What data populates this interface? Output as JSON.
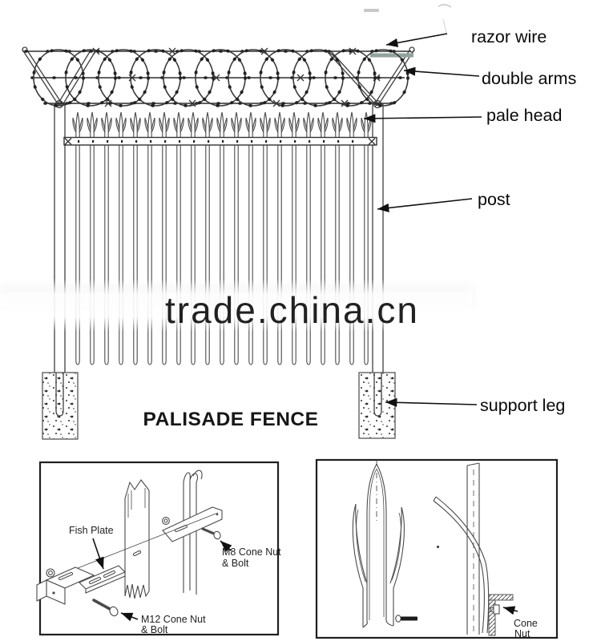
{
  "title": "PALISADE FENCE",
  "watermark": "trade.china.cn",
  "annotations": {
    "razor_wire": "razor wire",
    "double_arms": "double arms",
    "pale_head": "pale head",
    "post": "post",
    "support_leg": "support leg"
  },
  "inset_fixing": {
    "fish_plate": "Fish Plate",
    "m8_line1": "M8 Cone Nut",
    "m8_line2": "& Bolt",
    "m12_line1": "M12 Cone Nut",
    "m12_line2": "& Bolt"
  },
  "inset_pale_head": {
    "cone_nut_line1": "Cone",
    "cone_nut_line2": "Nut"
  },
  "colors": {
    "line": "#3f3f3f",
    "label_text": "#0a0a0a",
    "watermark_text": "#9a9a9a",
    "gray_bar": "#93a39c",
    "inset_border": "#1f1f1f",
    "background": "#ffffff"
  }
}
